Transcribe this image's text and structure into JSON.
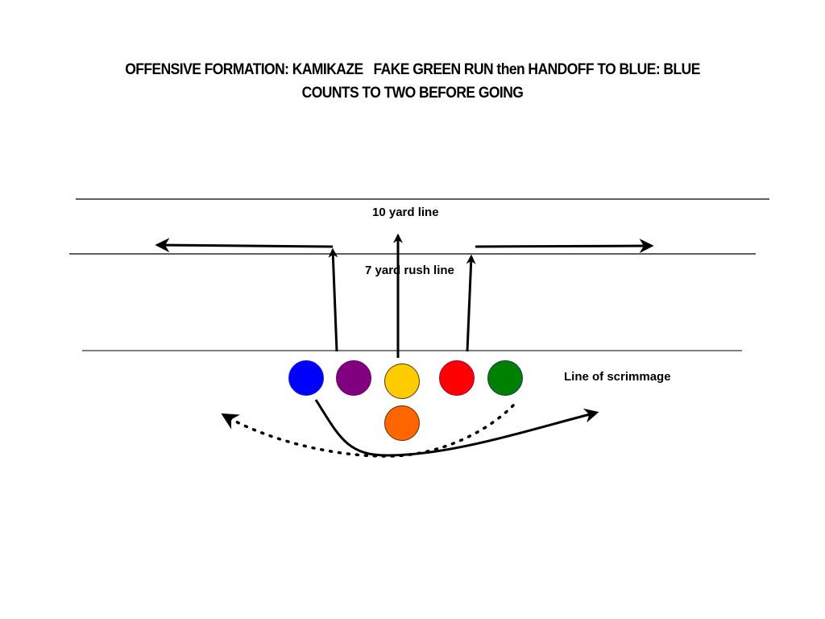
{
  "title": {
    "line1": "OFFENSIVE FORMATION: KAMIKAZE   FAKE GREEN RUN then HANDOFF TO BLUE: BLUE",
    "line2": "COUNTS TO TWO BEFORE GOING"
  },
  "field_lines": [
    {
      "id": "ten-yard",
      "label": "10 yard line"
    },
    {
      "id": "rush",
      "label": "7 yard rush line"
    },
    {
      "id": "scrimmage",
      "label": "Line of scrimmage"
    }
  ],
  "players": [
    {
      "name": "blue",
      "color": "#0000ff"
    },
    {
      "name": "purple",
      "color": "#800080"
    },
    {
      "name": "yellow",
      "color": "#ffcc00"
    },
    {
      "name": "red",
      "color": "#ff0000"
    },
    {
      "name": "green",
      "color": "#008000"
    },
    {
      "name": "orange",
      "color": "#ff6600"
    }
  ]
}
